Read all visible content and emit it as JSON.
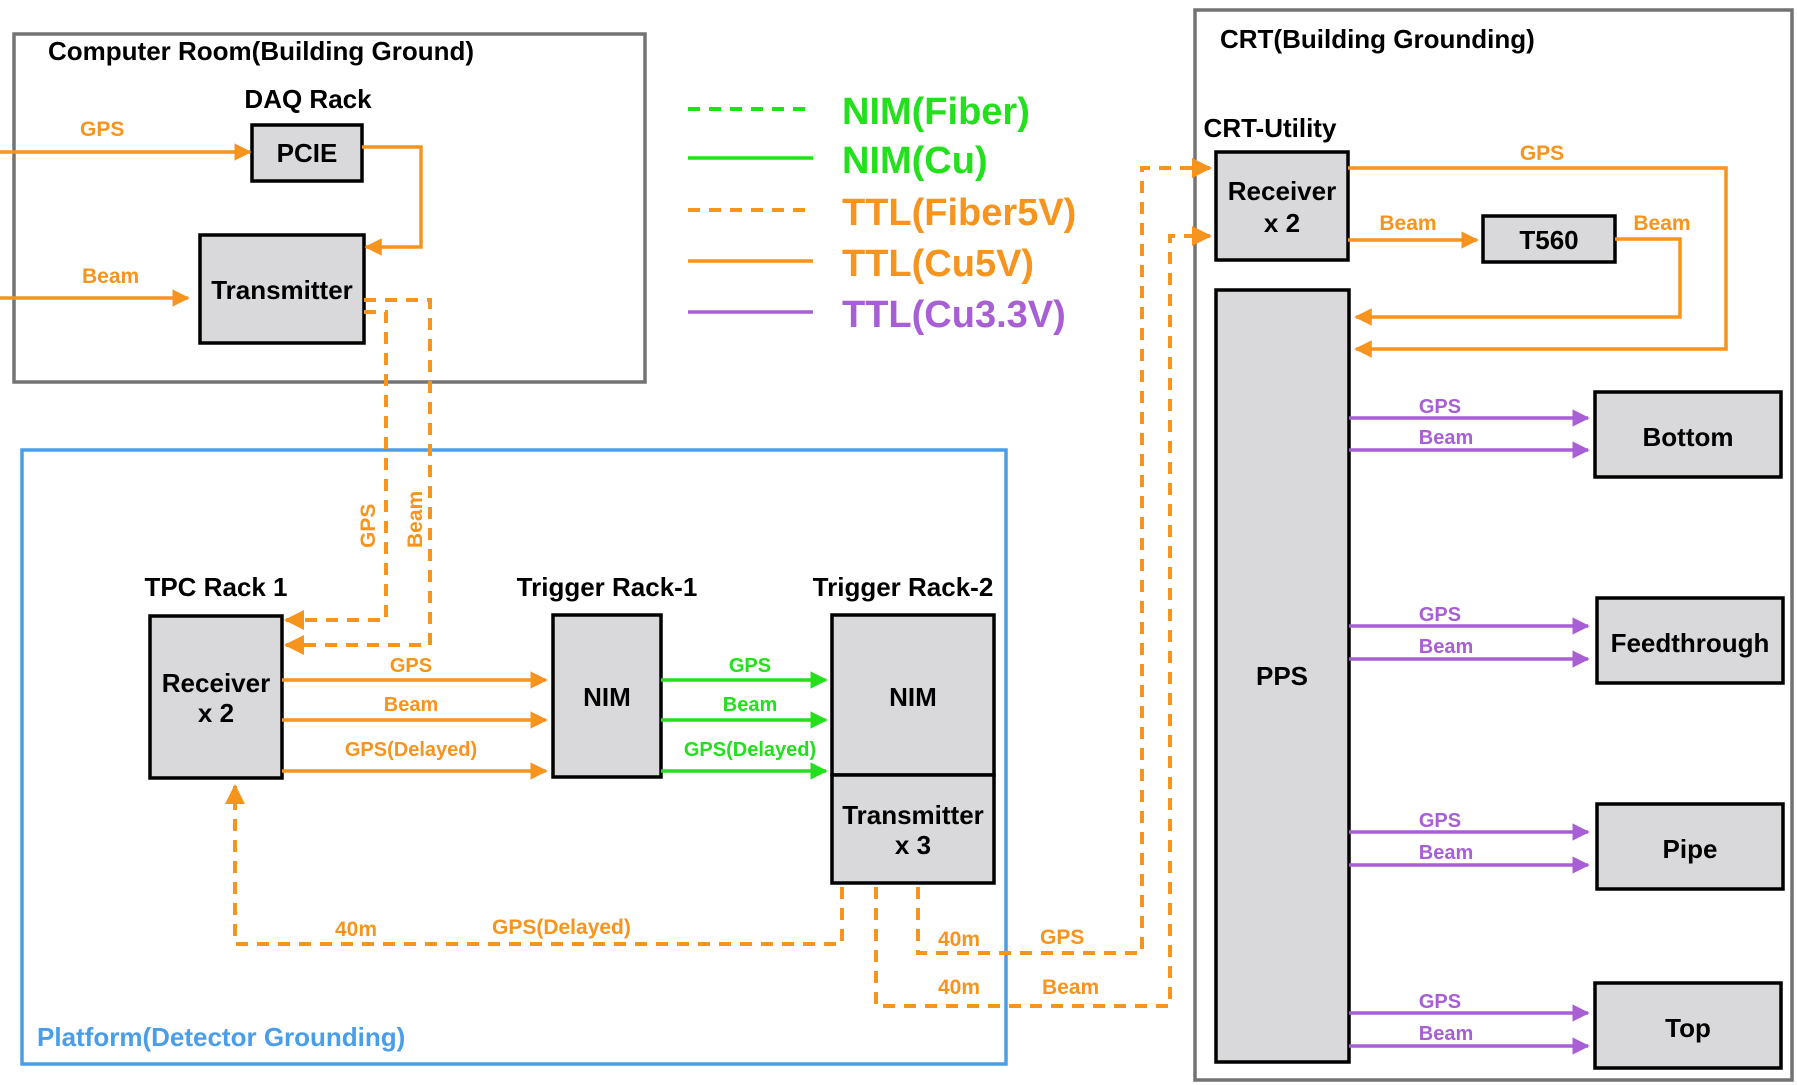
{
  "colors": {
    "orange": "#f7941d",
    "green": "#22e01b",
    "purple": "#a85fd6",
    "blue_region": "#4a9de8",
    "gray_region": "#737373",
    "box_fill": "#d9d9db"
  },
  "regions": {
    "computer_room": "Computer Room(Building Ground)",
    "platform": "Platform(Detector Grounding)",
    "crt": "CRT(Building Grounding)"
  },
  "racks": {
    "daq": "DAQ Rack",
    "tpc": "TPC Rack 1",
    "trigger1": "Trigger Rack-1",
    "trigger2": "Trigger Rack-2",
    "crt_utility": "CRT-Utility"
  },
  "boxes": {
    "pcie": "PCIE",
    "transmitter": "Transmitter",
    "receiver_line1": "Receiver",
    "receiver_line2": "x 2",
    "nim": "NIM",
    "transmitter3_line1": "Transmitter",
    "transmitter3_line2": "x 3",
    "t560": "T560",
    "pps": "PPS",
    "bottom": "Bottom",
    "feedthrough": "Feedthrough",
    "pipe": "Pipe",
    "top": "Top"
  },
  "signals": {
    "gps": "GPS",
    "beam": "Beam",
    "gps_delayed": "GPS(Delayed)",
    "distance": "40m"
  },
  "legend": [
    {
      "label": "NIM(Fiber)",
      "color": "#22e01b",
      "style": "dashed"
    },
    {
      "label": "NIM(Cu)",
      "color": "#22e01b",
      "style": "solid"
    },
    {
      "label": "TTL(Fiber5V)",
      "color": "#f7941d",
      "style": "dashed"
    },
    {
      "label": "TTL(Cu5V)",
      "color": "#f7941d",
      "style": "solid"
    },
    {
      "label": "TTL(Cu3.3V)",
      "color": "#a85fd6",
      "style": "solid"
    }
  ]
}
